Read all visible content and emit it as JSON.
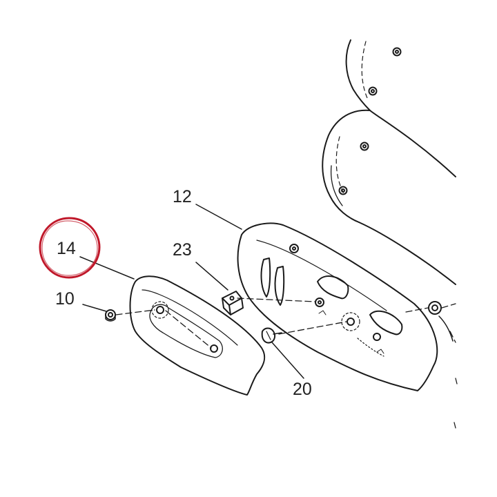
{
  "diagram": {
    "callouts": [
      {
        "id": "12",
        "label": "12"
      },
      {
        "id": "14",
        "label": "14"
      },
      {
        "id": "23",
        "label": "23"
      },
      {
        "id": "10",
        "label": "10"
      },
      {
        "id": "20",
        "label": "20"
      }
    ],
    "highlight_color": "#c0182a",
    "highlighted_part": "14",
    "line_color": "#1a1a1a"
  }
}
